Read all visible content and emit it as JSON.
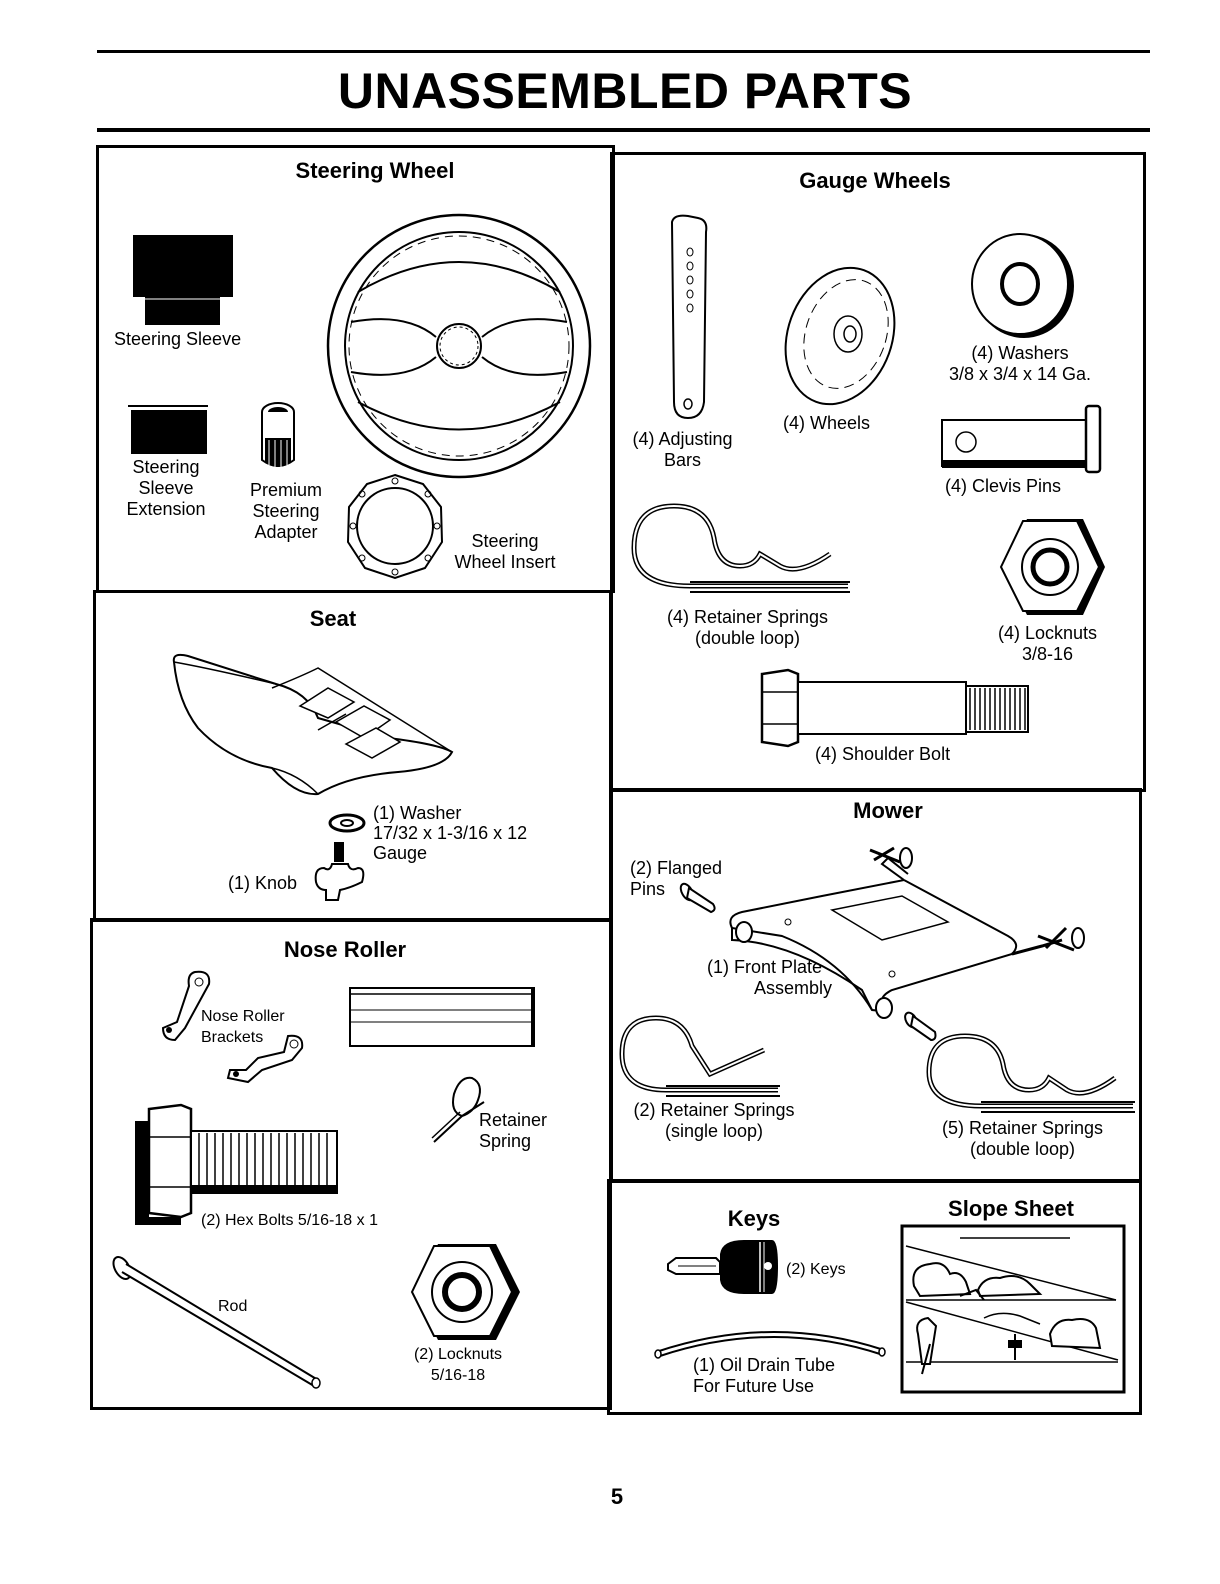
{
  "page": {
    "title": "UNASSEMBLED PARTS",
    "page_number": "5"
  },
  "steering": {
    "heading": "Steering Wheel",
    "sleeve": "Steering Sleeve",
    "extension": [
      "Steering",
      "Sleeve",
      "Extension"
    ],
    "adapter": [
      "Premium",
      "Steering",
      "Adapter"
    ],
    "insert": [
      "Steering",
      "Wheel Insert"
    ]
  },
  "gauge": {
    "heading": "Gauge Wheels",
    "bars": [
      "(4) Adjusting",
      "Bars"
    ],
    "wheels": "(4) Wheels",
    "washers": [
      "(4) Washers",
      "3/8 x 3/4 x 14 Ga."
    ],
    "clevis": "(4) Clevis Pins",
    "springs": [
      "(4)  Retainer Springs",
      "(double loop)"
    ],
    "locknuts": [
      "(4) Locknuts",
      "3/8-16"
    ],
    "bolt": "(4) Shoulder Bolt"
  },
  "seat": {
    "heading": "Seat",
    "washer": [
      "(1) Washer",
      "17/32 x 1-3/16 x 12",
      "Gauge"
    ],
    "knob": "(1) Knob"
  },
  "mower": {
    "heading": "Mower",
    "pins": [
      "(2) Flanged",
      "Pins"
    ],
    "plate": [
      "(1) Front Plate",
      "Assembly"
    ],
    "springs_single": [
      "(2)  Retainer Springs",
      "(single loop)"
    ],
    "springs_double": [
      "(5)  Retainer Springs",
      "(double loop)"
    ]
  },
  "nose": {
    "heading": "Nose Roller",
    "brackets": [
      "Nose Roller",
      "Brackets"
    ],
    "spring": [
      "Retainer",
      "Spring"
    ],
    "bolts": "(2) Hex Bolts  5/16-18 x 1",
    "rod": "Rod",
    "locknuts": [
      "(2) Locknuts",
      "5/16-18"
    ]
  },
  "keys": {
    "heading": "Keys",
    "keys": "(2) Keys",
    "tube": [
      "(1) Oil Drain Tube",
      "For Future Use"
    ]
  },
  "slope": {
    "heading": "Slope Sheet"
  }
}
